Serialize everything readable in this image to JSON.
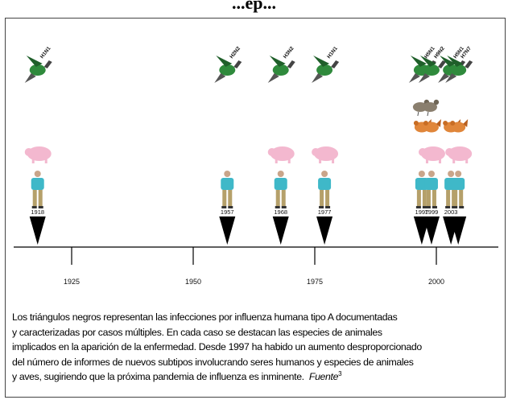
{
  "title": "...ep...",
  "axis": {
    "ticks": [
      {
        "label": "1925",
        "year": 1925
      },
      {
        "label": "1950",
        "year": 1950
      },
      {
        "label": "1975",
        "year": 1975
      },
      {
        "label": "2000",
        "year": 2000
      }
    ]
  },
  "events": [
    {
      "year_label": "1918",
      "year": 1918,
      "bird_subtypes": [
        "H1N1"
      ],
      "pig": true,
      "poultry": [],
      "human": true
    },
    {
      "year_label": "1957",
      "year": 1957,
      "bird_subtypes": [
        "H2N2"
      ],
      "pig": false,
      "poultry": [],
      "human": true
    },
    {
      "year_label": "1968",
      "year": 1968,
      "bird_subtypes": [
        "H3N2"
      ],
      "pig": true,
      "poultry": [],
      "human": true
    },
    {
      "year_label": "1977",
      "year": 1977,
      "bird_subtypes": [
        "H1N1"
      ],
      "pig": true,
      "poultry": [],
      "human": true
    },
    {
      "year_label": "1997",
      "year": 1997,
      "bird_subtypes": [
        "H5N1"
      ],
      "pig": false,
      "poultry": [
        "quail",
        "chicken"
      ],
      "human": true
    },
    {
      "year_label": "1999",
      "year": 1999,
      "bird_subtypes": [
        "H9N2"
      ],
      "pig": true,
      "poultry": [
        "quail",
        "chicken"
      ],
      "human": true
    },
    {
      "year_label": "2003",
      "year": 2003,
      "bird_subtypes": [
        "H5N1"
      ],
      "pig": false,
      "poultry": [
        "chicken"
      ],
      "human": true
    },
    {
      "year_label": "",
      "year": 2004.5,
      "bird_subtypes": [
        "H7N7"
      ],
      "pig": true,
      "poultry": [
        "chicken"
      ],
      "human": true
    }
  ],
  "caption": {
    "lines": [
      "Los triángulos negros representan las infecciones por  influenza humana tipo A documentadas",
      "y caracterizadas por casos múltiples. En cada caso se destacan las especies de animales",
      "implicados en la aparición de la enfermedad. Desde 1997 ha habido un aumento desproporcionado",
      "del número de informes de nuevos subtipos involucrando seres humanos y especies de animales",
      "y aves, sugiriendo que la próxima pandemia de influenza es inminente."
    ],
    "source_label": "Fuente",
    "source_ref": "3"
  },
  "colors": {
    "bird_body": "#2f8a3c",
    "bird_wing": "#1f5f2a",
    "pig": "#f3b8cf",
    "chicken": "#e0863a",
    "human_shirt": "#3fb8c8",
    "human_pants": "#b5a06a",
    "triangle": "#000000",
    "axis": "#000000"
  }
}
